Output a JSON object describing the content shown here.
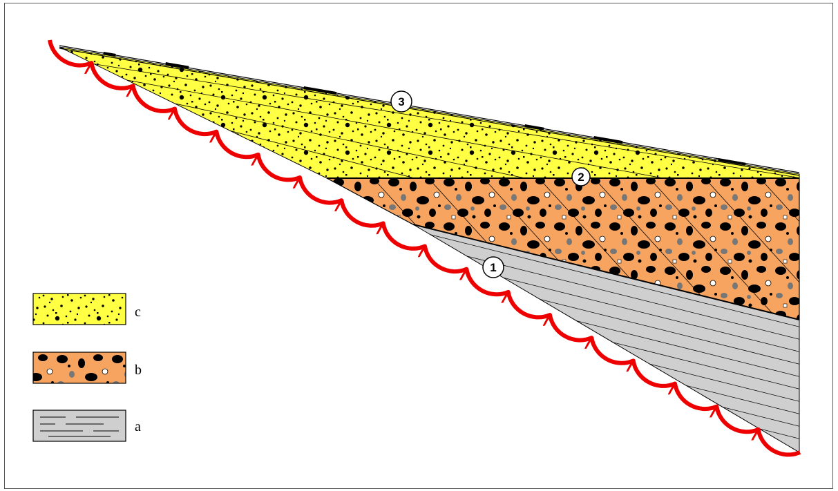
{
  "colors": {
    "layer_c": "#ffff44",
    "layer_b": "#f7a460",
    "layer_a": "#cfcfcf",
    "fault": "#ee0000",
    "clast_dark": "#000000",
    "clast_grey": "#777777",
    "clast_white": "#ffffff"
  },
  "layers": [
    {
      "key": "c",
      "label": "c",
      "description_icon": "fine-pebbly-sand-pattern"
    },
    {
      "key": "b",
      "label": "b",
      "description_icon": "coarse-conglomerate-pattern"
    },
    {
      "key": "a",
      "label": "a",
      "description_icon": "laminated-clay-pattern"
    }
  ],
  "markers": [
    {
      "id": "1",
      "label": "1"
    },
    {
      "id": "2",
      "label": "2"
    },
    {
      "id": "3",
      "label": "3"
    }
  ]
}
